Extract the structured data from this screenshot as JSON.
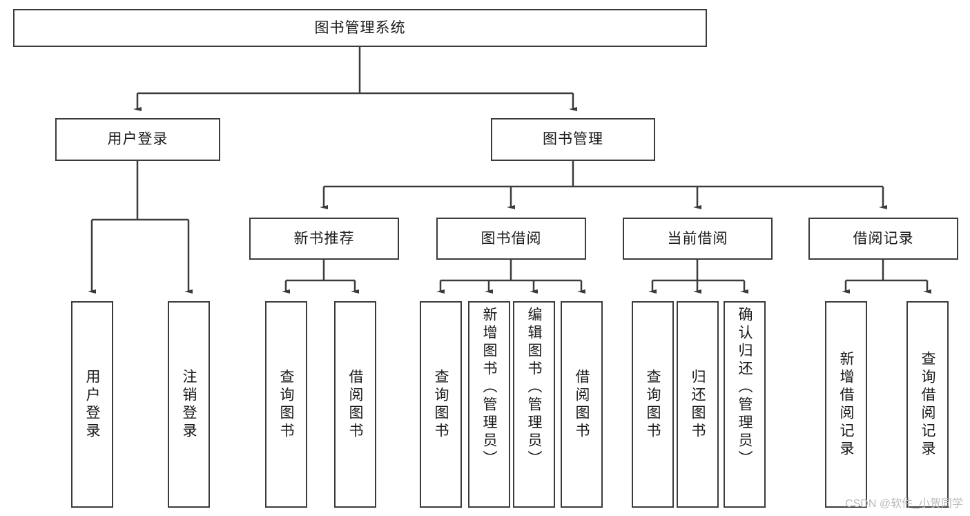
{
  "diagram": {
    "title": "图书管理系统",
    "watermark": "CSDN @软件_小贺同学",
    "line_color": "#3b3b3b",
    "box_fill": "#ffffff",
    "text_color": "#1a1a1a",
    "root": {
      "label": "图书管理系统"
    },
    "level2": [
      {
        "label": "用户登录"
      },
      {
        "label": "图书管理"
      }
    ],
    "level3": [
      {
        "label": "新书推荐"
      },
      {
        "label": "图书借阅"
      },
      {
        "label": "当前借阅"
      },
      {
        "label": "借阅记录"
      }
    ],
    "leaves": {
      "user_login": [
        {
          "label": "用户登录"
        },
        {
          "label": "注销登录"
        }
      ],
      "new_book_recommend": [
        {
          "label": "查询图书"
        },
        {
          "label": "借阅图书"
        }
      ],
      "book_borrow": [
        {
          "label": "查询图书"
        },
        {
          "label": "新增图书（管理员）"
        },
        {
          "label": "编辑图书（管理员）"
        },
        {
          "label": "借阅图书"
        }
      ],
      "current_borrow": [
        {
          "label": "查询图书"
        },
        {
          "label": "归还图书"
        },
        {
          "label": "确认归还（管理员）"
        }
      ],
      "borrow_record": [
        {
          "label": "新增借阅记录"
        },
        {
          "label": "查询借阅记录"
        }
      ]
    }
  }
}
